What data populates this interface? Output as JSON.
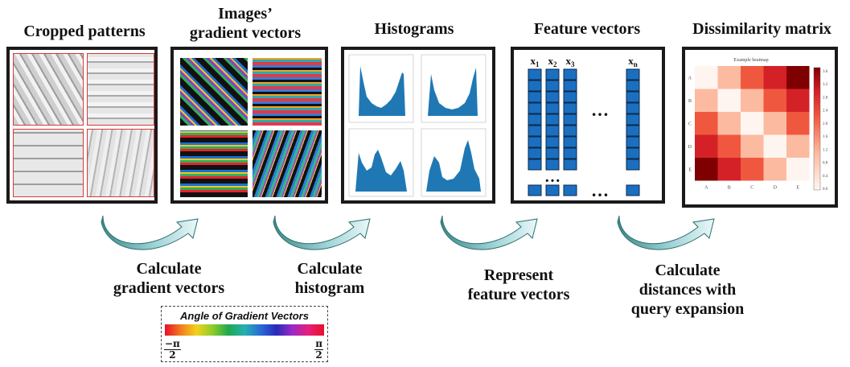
{
  "stages": [
    {
      "title": "Cropped patterns"
    },
    {
      "title_line1": "Images’",
      "title_line2": "gradient vectors"
    },
    {
      "title": "Histograms"
    },
    {
      "title": "Feature vectors"
    },
    {
      "title": "Dissimilarity matrix"
    }
  ],
  "steps": [
    {
      "line1": "Calculate",
      "line2": "gradient vectors"
    },
    {
      "line1": "Calculate",
      "line2": "histogram"
    },
    {
      "line1": "Represent",
      "line2": "feature vectors"
    },
    {
      "line1": "Calculate",
      "line2": "distances with",
      "line3": "query expansion"
    }
  ],
  "legend": {
    "title": "Angle of Gradient Vectors",
    "left_num": "−π",
    "left_den": "2",
    "right_num": "π",
    "right_den": "2"
  },
  "feature_vectors": {
    "labels": [
      "x",
      "x",
      "x",
      "x"
    ],
    "subscripts": [
      "1",
      "2",
      "3",
      "n"
    ],
    "ellipsis": "…"
  },
  "heatmap": {
    "title": "Example heatmap",
    "row_labels": [
      "A",
      "B",
      "C",
      "D",
      "E"
    ],
    "col_labels": [
      "A",
      "B",
      "C",
      "D",
      "E"
    ],
    "colorbar_ticks": [
      "3.6",
      "3.2",
      "2.8",
      "2.4",
      "2.0",
      "1.6",
      "1.2",
      "0.8",
      "0.4",
      "0.0"
    ],
    "values": [
      [
        0.0,
        1.2,
        2.4,
        3.2,
        4.0
      ],
      [
        1.2,
        0.0,
        1.2,
        2.4,
        3.2
      ],
      [
        2.4,
        1.2,
        0.0,
        1.2,
        2.4
      ],
      [
        3.2,
        2.4,
        1.2,
        0.0,
        1.2
      ],
      [
        4.0,
        3.2,
        2.4,
        1.2,
        0.0
      ]
    ],
    "colors": [
      "#fff5f0",
      "#fcbba1",
      "#f0573f",
      "#d42127",
      "#7f0000"
    ]
  },
  "colors": {
    "arrow_dark": "#3b8a8a",
    "arrow_light": "#e8f6f7",
    "vector_blue": "#1b6fc0",
    "hist_blue": "#1f78b4"
  }
}
